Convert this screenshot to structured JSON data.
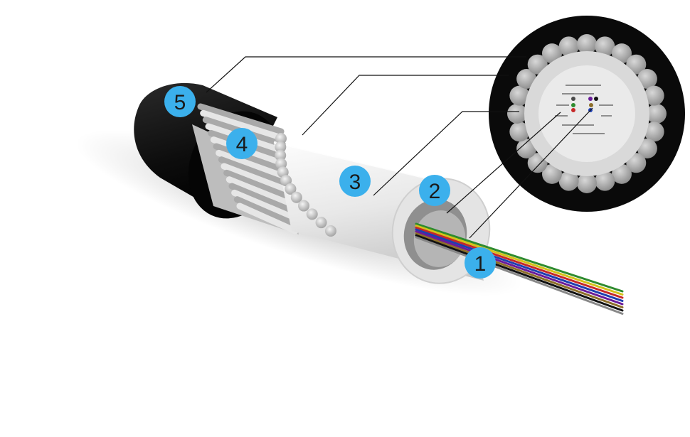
{
  "callouts": [
    {
      "number": "1",
      "layer": "optical-fibers"
    },
    {
      "number": "2",
      "layer": "inner-tube-bore"
    },
    {
      "number": "3",
      "layer": "loose-tube"
    },
    {
      "number": "4",
      "layer": "armor-wires"
    },
    {
      "number": "5",
      "layer": "outer-jacket"
    }
  ],
  "colors": {
    "badge": "#3bb0ec",
    "badge_text": "#1a1a1a",
    "jacket": "#0b0b0b",
    "tube": "#eeeeee",
    "wire": "#d4d4d4",
    "leader": "#111111",
    "fibers": [
      "#2e8b2e",
      "#d4c21a",
      "#c62828",
      "#1e3fb0",
      "#6a1b9a",
      "#8d6e2a",
      "#111111",
      "#888888"
    ]
  }
}
